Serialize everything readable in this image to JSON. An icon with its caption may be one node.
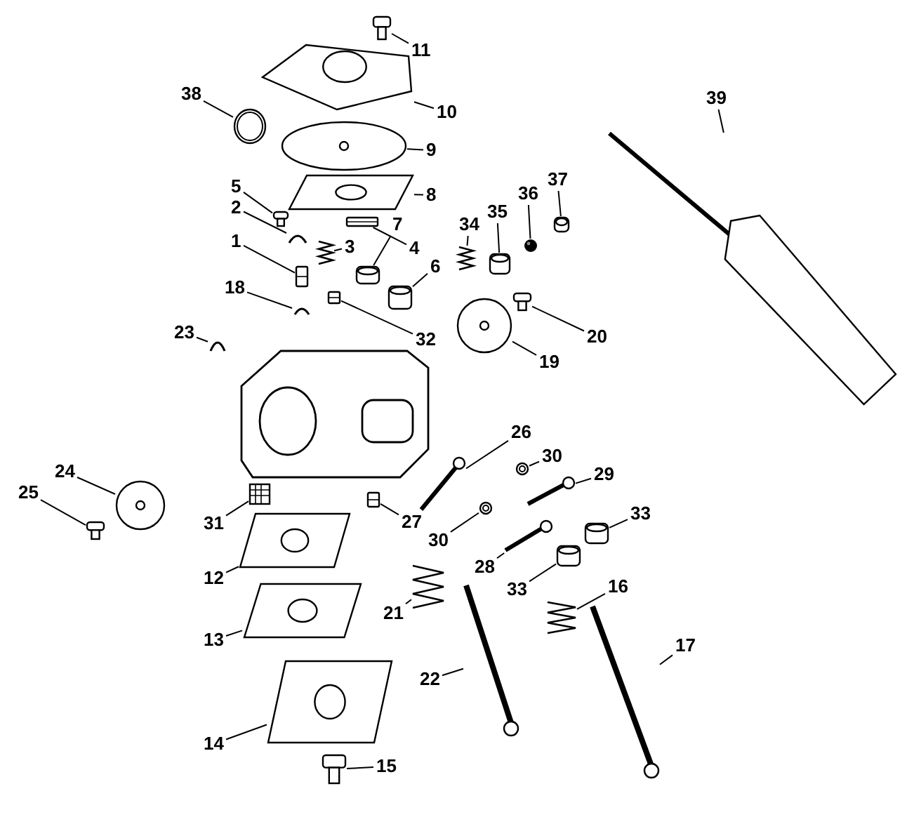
{
  "diagram": {
    "nodes": [
      {
        "text": [
          "11"
        ]
      },
      {
        "text": [],
        "shape": "screw"
      },
      {
        "text": [
          "10"
        ]
      },
      {
        "text": [],
        "shape": "manifold"
      },
      {
        "text": [
          "38"
        ]
      },
      {
        "text": [],
        "shape": "ring"
      },
      {
        "text": [
          "39"
        ]
      },
      {
        "text": [],
        "shape": "screwdriver"
      },
      {
        "text": [
          "9"
        ]
      },
      {
        "text": [],
        "shape": "diaphragm"
      },
      {
        "text": [
          "5"
        ]
      },
      {
        "text": [],
        "shape": "screw"
      },
      {
        "text": [
          "37"
        ]
      },
      {
        "text": [],
        "shape": "sleeve"
      },
      {
        "text": [
          "8"
        ]
      },
      {
        "text": [],
        "shape": "gasket"
      },
      {
        "text": [
          "36"
        ]
      },
      {
        "text": [],
        "shape": "ball"
      },
      {
        "text": [
          "2"
        ]
      },
      {
        "text": [],
        "shape": "clip"
      },
      {
        "text": [
          "35"
        ]
      },
      {
        "text": [],
        "shape": "sleeve"
      },
      {
        "text": [
          "34"
        ]
      },
      {
        "text": [],
        "shape": "spring"
      },
      {
        "text": [
          "7"
        ]
      },
      {
        "text": [],
        "shape": "sleeve"
      },
      {
        "text": [
          "1"
        ]
      },
      {
        "text": [],
        "shape": "pin"
      },
      {
        "text": [
          "4"
        ]
      },
      {
        "text": [],
        "shape": "pin"
      },
      {
        "text": [
          "3"
        ]
      },
      {
        "text": [],
        "shape": "spring"
      },
      {
        "text": [
          "6"
        ]
      },
      {
        "text": [],
        "shape": "sleeve"
      },
      {
        "text": [
          "18"
        ]
      },
      {
        "text": [],
        "shape": "clip"
      },
      {
        "text": [
          "23"
        ]
      },
      {
        "text": [],
        "shape": "clip"
      },
      {
        "text": [
          "20"
        ]
      },
      {
        "text": [],
        "shape": "screw"
      },
      {
        "text": [
          "32"
        ]
      },
      {
        "text": [],
        "shape": "pin"
      },
      {
        "text": [
          "19"
        ]
      },
      {
        "text": [],
        "shape": "diaphragm"
      },
      {
        "text": [
          "26"
        ]
      },
      {
        "text": [],
        "shape": "needle"
      },
      {
        "text": [
          "30"
        ]
      },
      {
        "text": [],
        "shape": "ring"
      },
      {
        "text": [
          "24"
        ]
      },
      {
        "text": [],
        "shape": "diaphragm"
      },
      {
        "text": [
          "29"
        ]
      },
      {
        "text": [],
        "shape": "needle"
      },
      {
        "text": [
          "25"
        ]
      },
      {
        "text": [],
        "shape": "screw"
      },
      {
        "text": [
          "27"
        ]
      },
      {
        "text": [],
        "shape": "pin"
      },
      {
        "text": [
          "33"
        ]
      },
      {
        "text": [],
        "shape": "sleeve"
      },
      {
        "text": [
          "31"
        ]
      },
      {
        "text": [],
        "shape": "filter"
      },
      {
        "text": [
          "30"
        ]
      },
      {
        "text": [],
        "shape": "ring"
      },
      {
        "text": [
          "28"
        ]
      },
      {
        "text": [],
        "shape": "needle"
      },
      {
        "text": [
          "12"
        ]
      },
      {
        "text": [],
        "shape": "gasket"
      },
      {
        "text": [
          "33"
        ]
      },
      {
        "text": [],
        "shape": "sleeve"
      },
      {
        "text": [
          "16"
        ]
      },
      {
        "text": [],
        "shape": "spring"
      },
      {
        "text": [
          "21"
        ]
      },
      {
        "text": [],
        "shape": "spring"
      },
      {
        "text": [
          "13"
        ]
      },
      {
        "text": [],
        "shape": "gasket"
      },
      {
        "text": [
          "17"
        ]
      },
      {
        "text": [],
        "shape": "shaft"
      },
      {
        "text": [
          "22"
        ]
      },
      {
        "text": [],
        "shape": "shaft"
      },
      {
        "text": [
          "14"
        ]
      },
      {
        "text": [],
        "shape": "gasket"
      },
      {
        "text": [
          "15"
        ]
      },
      {
        "text": [],
        "shape": "screw"
      }
    ],
    "edges": [
      {
        "from": 0,
        "to": 1,
        "arrow": "none"
      },
      {
        "from": 2,
        "to": 3,
        "arrow": "none"
      },
      {
        "from": 4,
        "to": 5,
        "arrow": "none"
      },
      {
        "from": 6,
        "to": 7,
        "arrow": "none"
      },
      {
        "from": 8,
        "to": 9,
        "arrow": "none"
      },
      {
        "from": 10,
        "to": 11,
        "arrow": "none"
      },
      {
        "from": 12,
        "to": 13,
        "arrow": "none"
      },
      {
        "from": 14,
        "to": 15,
        "arrow": "none"
      },
      {
        "from": 16,
        "to": 17,
        "arrow": "none"
      },
      {
        "from": 18,
        "to": 19,
        "arrow": "none"
      },
      {
        "from": 20,
        "to": 21,
        "arrow": "none"
      },
      {
        "from": 22,
        "to": 23,
        "arrow": "none"
      },
      {
        "from": 24,
        "to": 25,
        "arrow": "none"
      },
      {
        "from": 26,
        "to": 27,
        "arrow": "none"
      },
      {
        "from": 28,
        "to": 29,
        "arrow": "none"
      },
      {
        "from": 30,
        "to": 31,
        "arrow": "none"
      },
      {
        "from": 32,
        "to": 33,
        "arrow": "none"
      },
      {
        "from": 34,
        "to": 35,
        "arrow": "none"
      },
      {
        "from": 36,
        "to": 37,
        "arrow": "none"
      },
      {
        "from": 38,
        "to": 39,
        "arrow": "none"
      },
      {
        "from": 40,
        "to": 41,
        "arrow": "none"
      },
      {
        "from": 42,
        "to": 43,
        "arrow": "none"
      },
      {
        "from": 44,
        "to": 45,
        "arrow": "none"
      },
      {
        "from": 46,
        "to": 47,
        "arrow": "none"
      },
      {
        "from": 48,
        "to": 49,
        "arrow": "none"
      },
      {
        "from": 50,
        "to": 51,
        "arrow": "none"
      },
      {
        "from": 52,
        "to": 53,
        "arrow": "none"
      },
      {
        "from": 54,
        "to": 55,
        "arrow": "none"
      },
      {
        "from": 56,
        "to": 57,
        "arrow": "none"
      },
      {
        "from": 58,
        "to": 59,
        "arrow": "none"
      },
      {
        "from": 60,
        "to": 61,
        "arrow": "none"
      },
      {
        "from": 62,
        "to": 63,
        "arrow": "none"
      },
      {
        "from": 64,
        "to": 65,
        "arrow": "none"
      },
      {
        "from": 66,
        "to": 67,
        "arrow": "none"
      },
      {
        "from": 68,
        "to": 69,
        "arrow": "none"
      },
      {
        "from": 70,
        "to": 71,
        "arrow": "none"
      },
      {
        "from": 72,
        "to": 73,
        "arrow": "none"
      },
      {
        "from": 74,
        "to": 77,
        "arrow": "none"
      },
      {
        "from": 76,
        "to": 75,
        "arrow": "none"
      },
      {
        "from": 78,
        "to": 79,
        "arrow": "none"
      },
      {
        "from": 80,
        "to": 81,
        "arrow": "none"
      }
    ]
  }
}
